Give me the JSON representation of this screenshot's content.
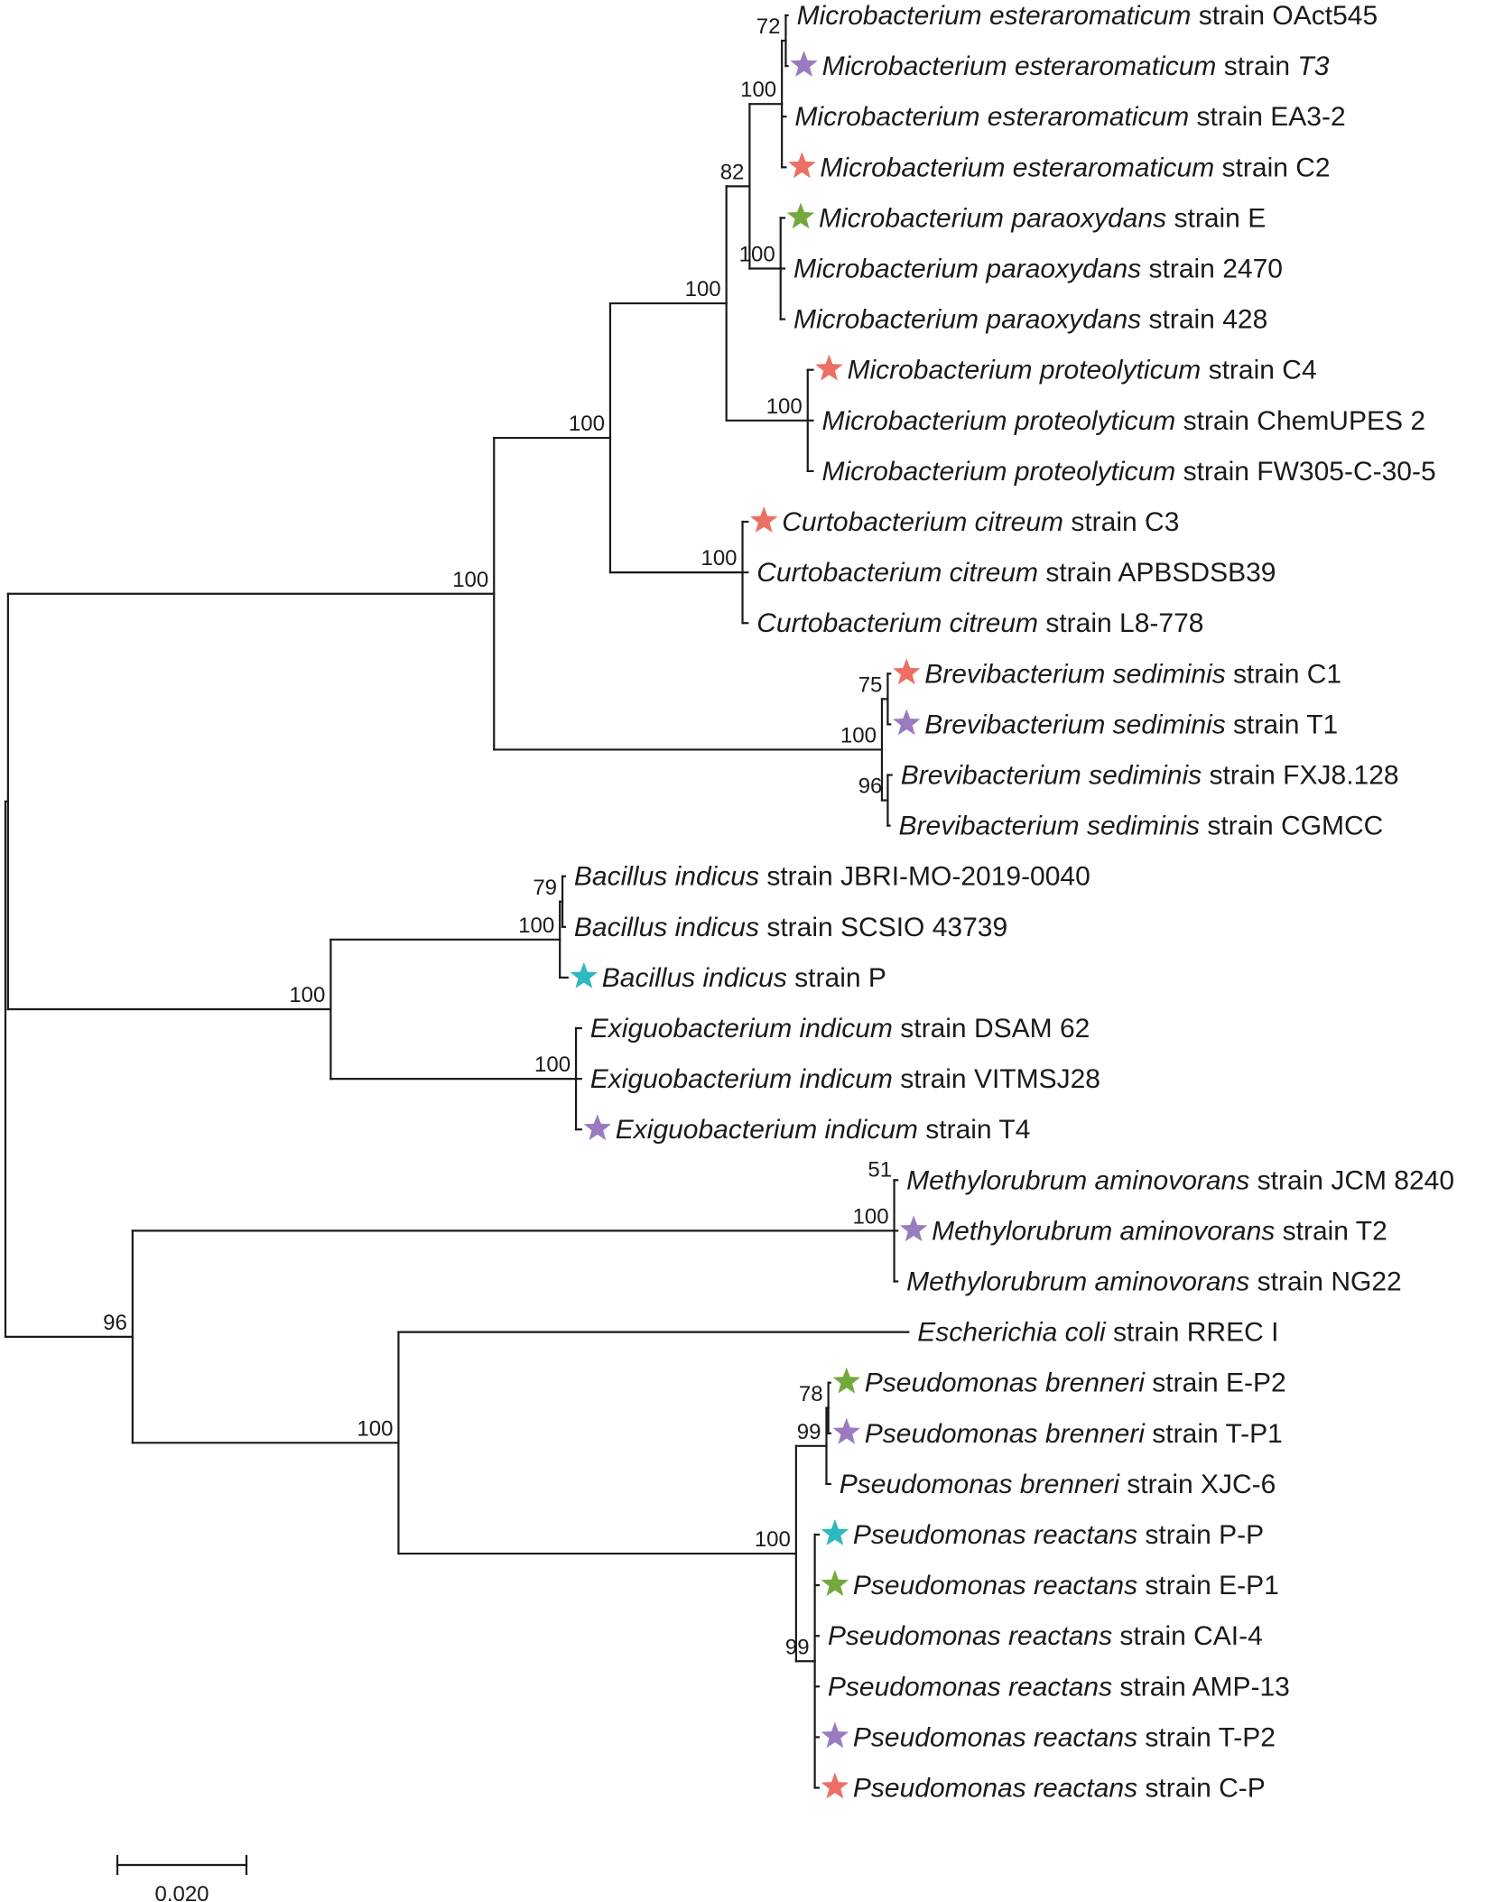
{
  "colors": {
    "purple": "#9b7bbf",
    "red": "#ec6f63",
    "green": "#73a93b",
    "teal": "#2eb8bf",
    "line": "#1a1a1a"
  },
  "scale_bar": {
    "value": 0.02,
    "label": "0.020"
  },
  "tree": {
    "s": "96",
    "c": [
      {
        "c": [
          {
            "s": "100",
            "c": [
              {
                "s": "100",
                "c": [
                  {
                    "s": "100",
                    "c": [
                      {
                        "s": "82",
                        "c": [
                          {
                            "s": "100",
                            "c": [
                              {
                                "s": "72",
                                "c": [
                                  {
                                    "sp": "Microbacterium esteraromaticum",
                                    "st": "OAct545",
                                    "bl": 0.0003
                                  },
                                  {
                                    "sp": "Microbacterium esteraromaticum",
                                    "st": "T3",
                                    "st_italic": true,
                                    "mark": "purple",
                                    "bl": 0.0003
                                  }
                                ],
                                "bl": 0.0006
                              },
                              {
                                "sp": "Microbacterium esteraromaticum",
                                "st": "EA3-2",
                                "bl": 0.0006
                              },
                              {
                                "sp": "Microbacterium esteraromaticum",
                                "st": "C2",
                                "mark": "red",
                                "bl": 0.0006
                              }
                            ],
                            "bl": 0.005
                          },
                          {
                            "s": "100",
                            "c": [
                              {
                                "sp": "Microbacterium paraoxydans",
                                "st": "E",
                                "mark": "green",
                                "bl": 0.0006
                              },
                              {
                                "sp": "Microbacterium paraoxydans",
                                "st": "2470",
                                "bl": 0.0006
                              },
                              {
                                "sp": "Microbacterium paraoxydans",
                                "st": "428",
                                "bl": 0.0006
                              }
                            ],
                            "bl": 0.0048
                          }
                        ],
                        "bl": 0.0036
                      },
                      {
                        "s": "100",
                        "c": [
                          {
                            "sp": "Microbacterium proteolyticum",
                            "st": "C4",
                            "mark": "red",
                            "bl": 0.0008
                          },
                          {
                            "sp": "Microbacterium proteolyticum",
                            "st": "ChemUPES 2",
                            "bl": 0.0008
                          },
                          {
                            "sp": "Microbacterium proteolyticum",
                            "st": "FW305-C-30-5",
                            "bl": 0.0008
                          }
                        ],
                        "bl": 0.0126
                      }
                    ],
                    "bl": 0.018
                  },
                  {
                    "s": "100",
                    "c": [
                      {
                        "sp": "Curtobacterium citreum",
                        "st": "C3",
                        "mark": "red",
                        "bl": 0.0008
                      },
                      {
                        "sp": "Curtobacterium citreum",
                        "st": "APBSDSB39",
                        "bl": 0.0008
                      },
                      {
                        "sp": "Curtobacterium citreum",
                        "st": "L8-778",
                        "bl": 0.0008
                      }
                    ],
                    "bl": 0.0205
                  }
                ],
                "bl": 0.018
              },
              {
                "s": "100",
                "c": [
                  {
                    "s": "75",
                    "c": [
                      {
                        "sp": "Brevibacterium sediminis",
                        "st": "C1",
                        "mark": "red",
                        "bl": 0.0004
                      },
                      {
                        "sp": "Brevibacterium sediminis",
                        "st": "T1",
                        "mark": "purple",
                        "bl": 0.0004
                      }
                    ],
                    "bl": 0.0009
                  },
                  {
                    "s": "96",
                    "c": [
                      {
                        "sp": "Brevibacterium sediminis",
                        "st": "FXJ8.128",
                        "bl": 0.0006
                      },
                      {
                        "sp": "Brevibacterium sediminis",
                        "st": "CGMCC",
                        "bl": 0.0003
                      }
                    ],
                    "bl": 0.0009
                  }
                ],
                "bl": 0.0601
              }
            ],
            "bl": 0.0753
          },
          {
            "s": "100",
            "c": [
              {
                "s": "100",
                "c": [
                  {
                    "s": "79",
                    "c": [
                      {
                        "sp": "Bacillus indicus",
                        "st": "JBRI-MO-2019-0040",
                        "bl": 0.0004
                      },
                      {
                        "sp": "Bacillus indicus",
                        "st": "SCSIO 43739",
                        "bl": 0.0004
                      }
                    ],
                    "bl": 0.0004
                  },
                  {
                    "sp": "Bacillus indicus",
                    "st": "P",
                    "mark": "teal",
                    "bl": 0.0012
                  }
                ],
                "bl": 0.0355
              },
              {
                "s": "100",
                "c": [
                  {
                    "sp": "Exiguobacterium indicum",
                    "st": "DSAM 62",
                    "bl": 0.0008
                  },
                  {
                    "sp": "Exiguobacterium indicum",
                    "st": "VITMSJ28",
                    "bl": 0.0008
                  },
                  {
                    "sp": "Exiguobacterium indicum",
                    "st": "T4",
                    "mark": "purple",
                    "bl": 0.0008
                  }
                ],
                "bl": 0.038
              }
            ],
            "bl": 0.05
          }
        ],
        "bl": 0.0004
      },
      {
        "s": "96",
        "c": [
          {
            "s": "100",
            "c": [
              {
                "sp": "Methylorubrum aminovorans",
                "st": "JCM 8240",
                "s": "51",
                "bl": 0.0005
              },
              {
                "sp": "Methylorubrum aminovorans",
                "st": "T2",
                "mark": "purple",
                "bl": 0.0005
              },
              {
                "sp": "Methylorubrum aminovorans",
                "st": "NG22",
                "bl": 0.0005
              }
            ],
            "bl": 0.118
          },
          {
            "s": "100",
            "c": [
              {
                "sp": "Escherichia coli",
                "st": "RREC I",
                "bl": 0.079
              },
              {
                "s": "100",
                "c": [
                  {
                    "s": "99",
                    "c": [
                      {
                        "s": "78",
                        "c": [
                          {
                            "sp": "Pseudomonas brenneri",
                            "st": "E-P2",
                            "mark": "green",
                            "bl": 0.0003
                          },
                          {
                            "sp": "Pseudomonas brenneri",
                            "st": "T-P1",
                            "mark": "purple",
                            "bl": 0.0003
                          }
                        ],
                        "bl": 0.0003
                      },
                      {
                        "sp": "Pseudomonas brenneri",
                        "st": "XJC-6",
                        "bl": 0.0006
                      }
                    ],
                    "bl": 0.0047
                  },
                  {
                    "s": "99",
                    "c": [
                      {
                        "sp": "Pseudomonas reactans",
                        "st": "P-P",
                        "mark": "teal",
                        "bl": 0.0006
                      },
                      {
                        "sp": "Pseudomonas reactans",
                        "st": "E-P1",
                        "mark": "green",
                        "bl": 0.0006
                      },
                      {
                        "sp": "Pseudomonas reactans",
                        "st": "CAI-4",
                        "bl": 0.0006
                      },
                      {
                        "sp": "Pseudomonas reactans",
                        "st": "AMP-13",
                        "bl": 0.0006
                      },
                      {
                        "sp": "Pseudomonas reactans",
                        "st": "T-P2",
                        "mark": "purple",
                        "bl": 0.0006
                      },
                      {
                        "sp": "Pseudomonas reactans",
                        "st": "C-P",
                        "mark": "red",
                        "bl": 0.0006
                      }
                    ],
                    "bl": 0.0029
                  }
                ],
                "bl": 0.0616
              }
            ],
            "bl": 0.0412
          }
        ],
        "bl": 0.0197
      }
    ]
  }
}
